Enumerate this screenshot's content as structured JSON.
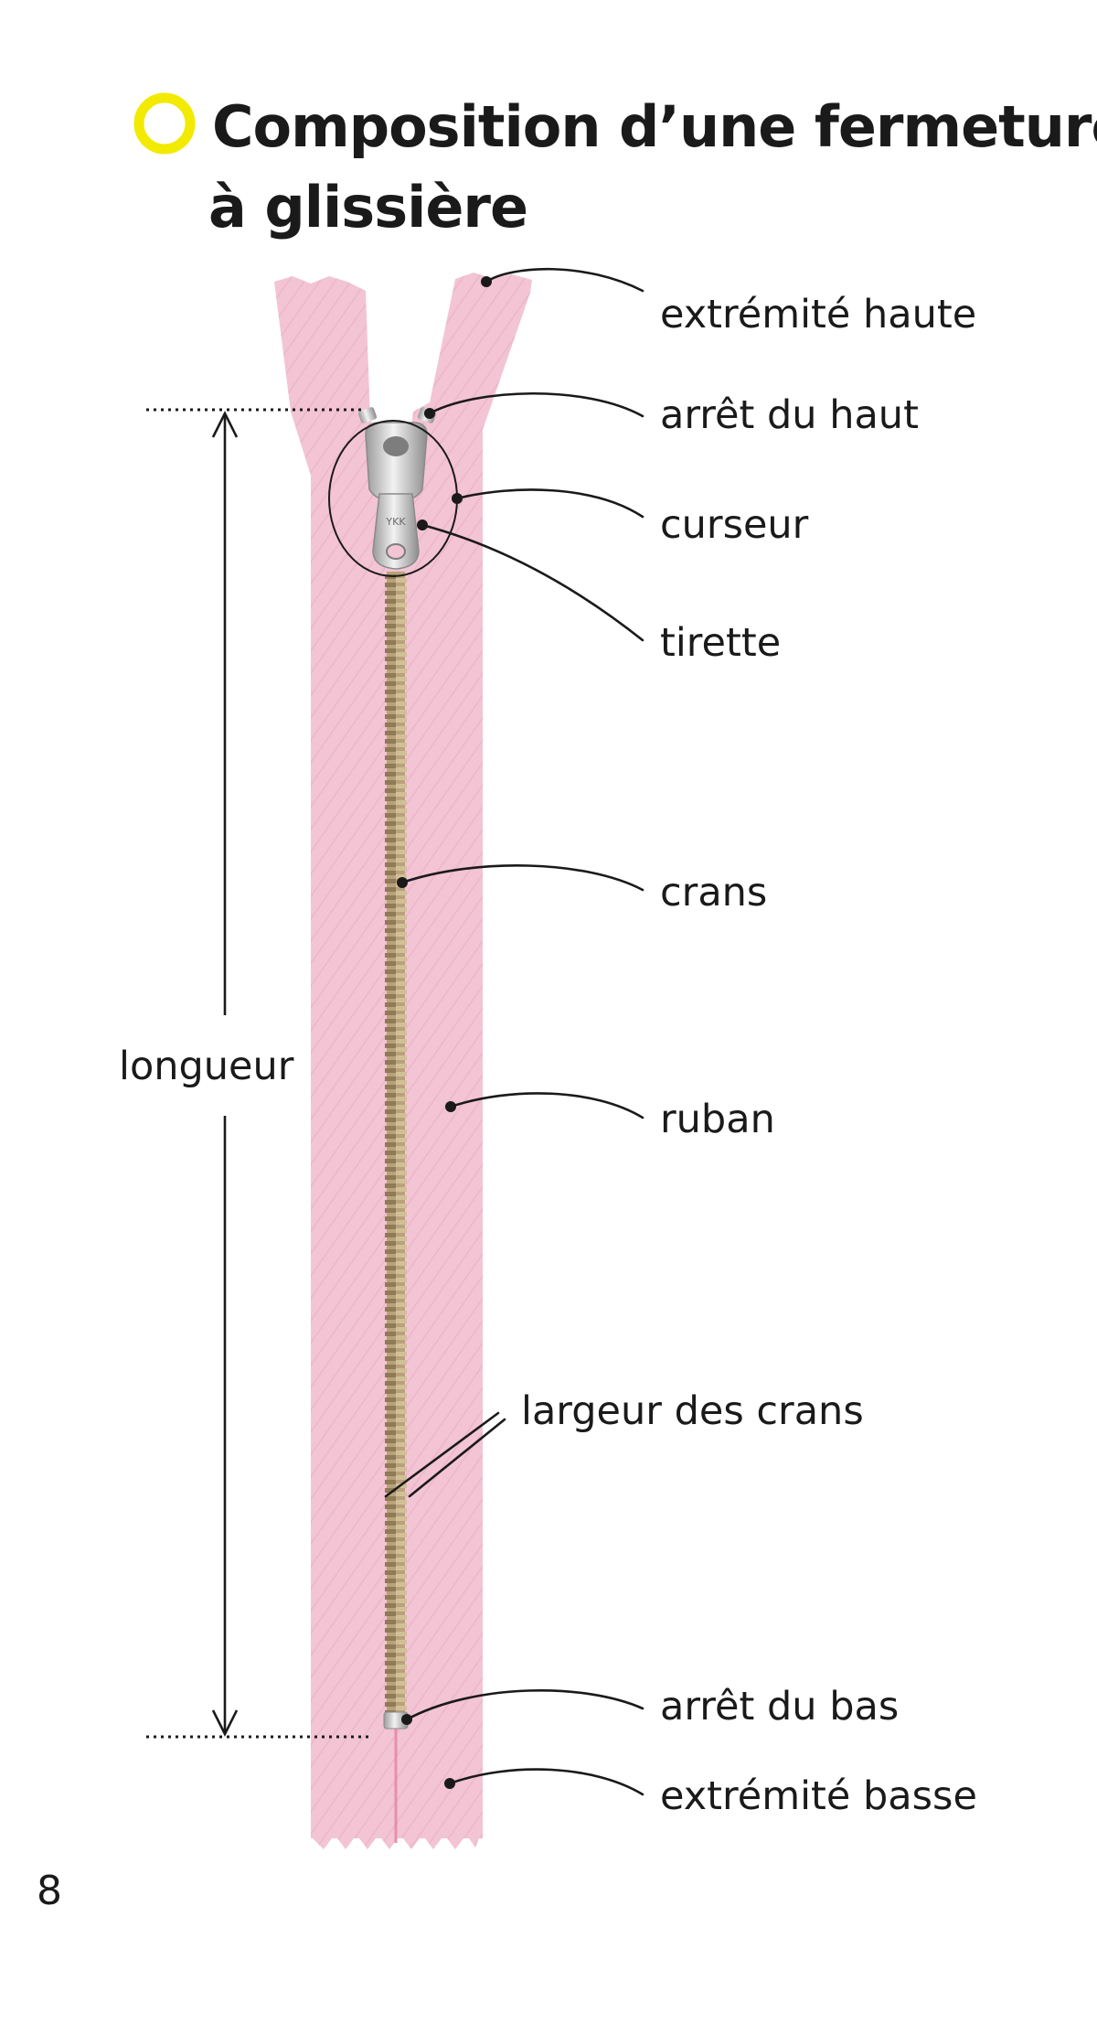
{
  "title": {
    "line1": "Composition d’une fermeture",
    "line2": "à glissière",
    "bullet_color": "#f2ea00"
  },
  "labels": {
    "extremite_haute": "extrémité haute",
    "arret_haut": "arrêt du haut",
    "curseur": "curseur",
    "tirette": "tirette",
    "crans": "crans",
    "ruban": "ruban",
    "largeur_crans": "largeur des crans",
    "arret_bas": "arrêt du bas",
    "extremite_basse": "extrémité basse",
    "longueur": "longueur"
  },
  "slider_engraving": "YKK",
  "page_number": "8",
  "colors": {
    "tape": "#f3c4d4",
    "tape_shade": "#e9b0c5",
    "teeth": "#b9a27a",
    "metal": "#d7d7d7",
    "text": "#1a1a1a"
  }
}
